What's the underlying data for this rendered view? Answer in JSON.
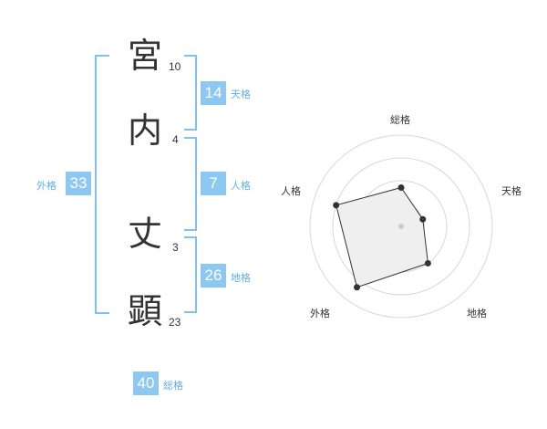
{
  "name": {
    "characters": [
      {
        "char": "宮",
        "strokes": "10"
      },
      {
        "char": "内",
        "strokes": "4"
      },
      {
        "char": "丈",
        "strokes": "3"
      },
      {
        "char": "顕",
        "strokes": "23"
      }
    ]
  },
  "fortunes": {
    "tenkaku": {
      "value": "14",
      "label": "天格"
    },
    "jinkaku": {
      "value": "7",
      "label": "人格"
    },
    "chikaku": {
      "value": "26",
      "label": "地格"
    },
    "gaikaku": {
      "value": "33",
      "label": "外格"
    },
    "soukaku": {
      "value": "40",
      "label": "総格"
    }
  },
  "colors": {
    "accent": "#8dc8f2",
    "bracket": "#7fc0f0",
    "label": "#5fb0e8",
    "text": "#333333"
  },
  "chart_data": {
    "type": "radar",
    "axes": [
      "総格",
      "天格",
      "地格",
      "外格",
      "人格"
    ],
    "values": [
      1.7,
      1.0,
      2.0,
      3.3,
      3.0
    ],
    "rmax": 4,
    "rings": 4
  }
}
